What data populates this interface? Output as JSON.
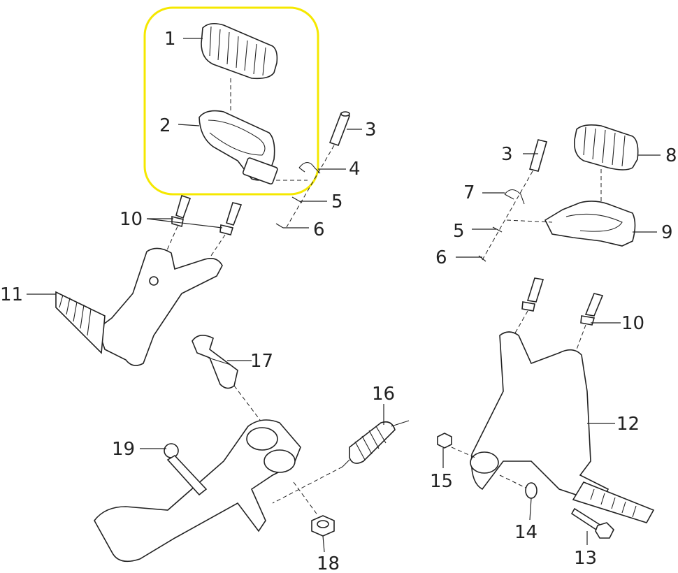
{
  "diagram": {
    "title": "Footrest assembly exploded view",
    "highlight_color": "#f5e800",
    "labels": [
      "1",
      "2",
      "3",
      "4",
      "5",
      "6",
      "10",
      "11",
      "17",
      "16",
      "19",
      "18",
      "3",
      "8",
      "7",
      "5",
      "9",
      "6",
      "10",
      "12",
      "15",
      "14",
      "13"
    ]
  }
}
